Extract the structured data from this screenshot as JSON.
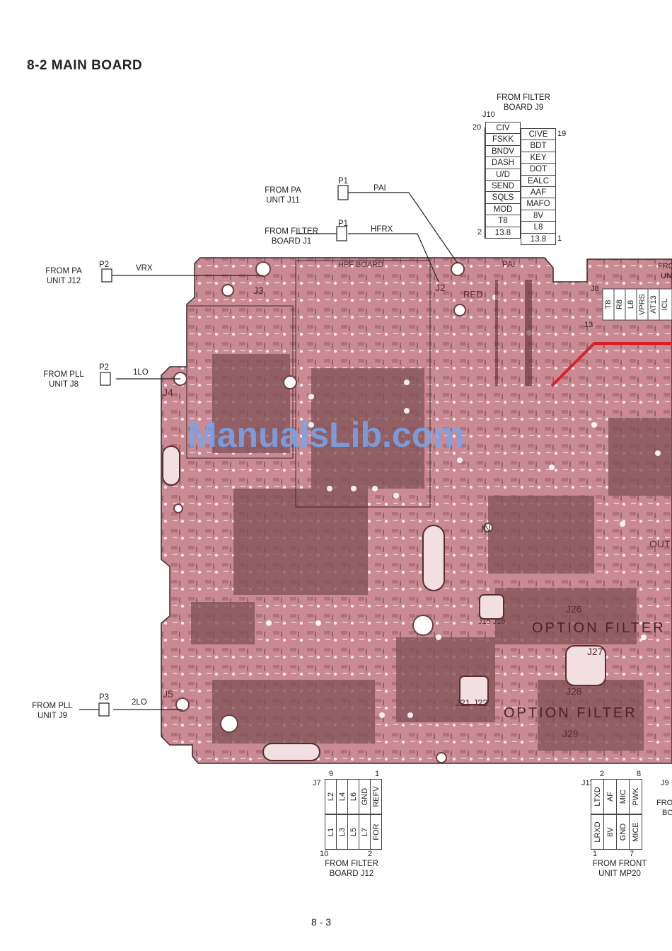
{
  "title": "8-2 MAIN BOARD",
  "page_number": "8 - 3",
  "watermark": "ManualsLib.com",
  "colors": {
    "board": "#c98a93",
    "board_dark": "#8a5a5e",
    "trace_red": "#d8202a",
    "watermark": "#78a5eb"
  },
  "left_connectors": [
    {
      "plug": "P2",
      "signal": "VRX",
      "from": "FROM PA",
      "unit": "UNIT J12"
    },
    {
      "plug": "P2",
      "signal": "1LO",
      "from": "FROM PLL",
      "unit": "UNIT J8"
    },
    {
      "plug": "P3",
      "signal": "2LO",
      "from": "FROM PLL",
      "unit": "UNIT J9"
    }
  ],
  "top_connectors": [
    {
      "plug": "P1",
      "signal": "PAI",
      "from": "FROM PA",
      "unit": "UNIT J11"
    },
    {
      "plug": "P1",
      "signal": "HFRX",
      "from": "FROM FILTER",
      "unit": "BOARD J1"
    }
  ],
  "j10": {
    "from": "FROM FILTER",
    "unit": "BOARD J9",
    "name": "J10",
    "pin_top_left": "20",
    "pin_bottom_left": "2",
    "pin_top_right": "19",
    "pin_bottom_right": "1",
    "left_col": [
      "CIV",
      "FSKK",
      "BNDV",
      "DASH",
      "U/D",
      "SEND",
      "SQLS",
      "MOD",
      "T8",
      "13.8"
    ],
    "right_col": [
      "CIVE",
      "BDT",
      "KEY",
      "DOT",
      "EALC",
      "AAF",
      "MAFO",
      "8V",
      "L8",
      "13.8"
    ]
  },
  "j8": {
    "name": "J8",
    "pin": "13",
    "pins": [
      "T8",
      "R8",
      "L8",
      "VPRS",
      "AT13",
      "ICL"
    ],
    "partial_from": "FRO",
    "partial_unit": "UN"
  },
  "j7": {
    "name": "J7",
    "pin_top_left": "9",
    "pin_top_right": "1",
    "pin_bottom_left": "10",
    "pin_bottom_right": "2",
    "top_row": [
      "L2",
      "L4",
      "L6",
      "GND",
      "REFV"
    ],
    "bottom_row": [
      "L1",
      "L3",
      "L5",
      "L7",
      "FOR"
    ],
    "from": "FROM FILTER",
    "unit": "BOARD J12"
  },
  "j11": {
    "name": "J11",
    "pin_top_left": "2",
    "pin_top_right": "8",
    "pin_bottom_left": "1",
    "pin_bottom_right": "7",
    "top_row": [
      "LTXD",
      "AF",
      "MIC",
      "PWK"
    ],
    "bottom_row": [
      "LRXD",
      "8V",
      "GND",
      "MICE"
    ],
    "from": "FROM FRONT",
    "unit": "UNIT MP20"
  },
  "j9_partial": {
    "name": "J9",
    "from": "FRO",
    "unit": "BO"
  },
  "board_labels": {
    "hpf": "HPF BOARD",
    "pai": "PAI",
    "option_filter_1": "OPTION FILTER",
    "option_filter_2": "OPTION FILTER",
    "j26": "J26",
    "j27": "J27",
    "j28": "J28",
    "j29": "J29",
    "j21_22": "J21 J22",
    "j15_16": "J15 J16",
    "j4": "J4",
    "j5": "J5",
    "j3": "J3",
    "j2": "J2",
    "in": "IN",
    "out": "OUT",
    "red": "RED"
  }
}
